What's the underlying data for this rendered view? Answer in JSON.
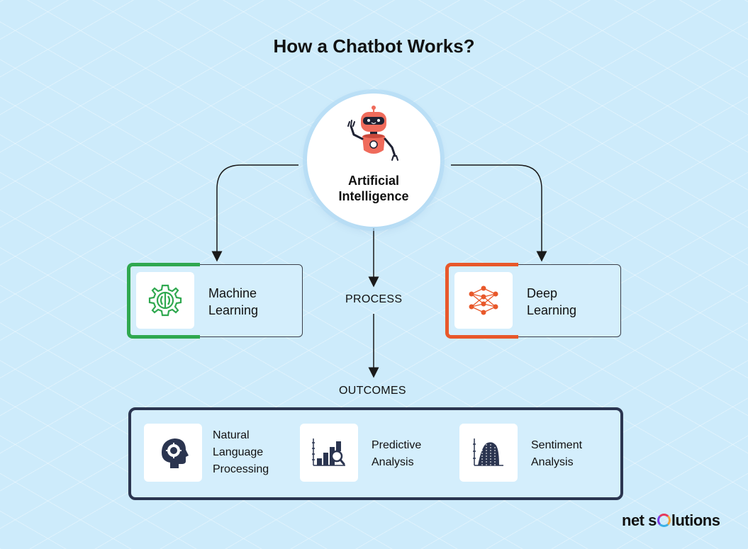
{
  "title": "How a Chatbot Works?",
  "ai": {
    "label_line1": "Artificial",
    "label_line2": "Intelligence",
    "icon": "robot-icon"
  },
  "branches": {
    "machine_learning": {
      "line1": "Machine",
      "line2": "Learning",
      "icon": "ml-gear-icon",
      "accent": "#2fa84f"
    },
    "deep_learning": {
      "line1": "Deep",
      "line2": "Learning",
      "icon": "neural-network-icon",
      "accent": "#e8582a"
    }
  },
  "flow": {
    "process": "PROCESS",
    "outcomes": "OUTCOMES"
  },
  "outcomes": [
    {
      "line1": "Natural",
      "line2": "Language",
      "line3": "Processing",
      "icon": "head-gear-icon"
    },
    {
      "line1": "Predictive",
      "line2": "Analysis",
      "icon": "bar-chart-search-icon"
    },
    {
      "line1": "Sentiment",
      "line2": "Analysis",
      "icon": "distribution-chart-icon"
    }
  ],
  "logo": {
    "part1": "net s",
    "part2": "lutions"
  },
  "colors": {
    "background": "#cdebfb",
    "green": "#2fa84f",
    "orange": "#e8582a",
    "navy": "#2b3550",
    "robot": "#ef6b5b"
  }
}
